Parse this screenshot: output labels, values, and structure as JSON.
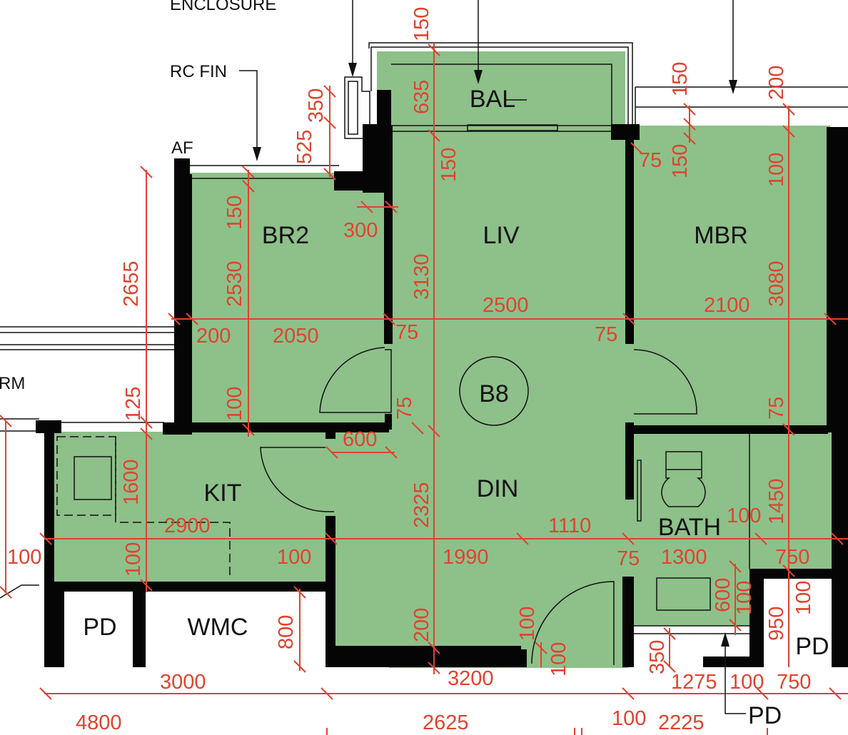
{
  "colors": {
    "floor": "#8ec08a",
    "wall": "#050505",
    "dimension": "#e0432f",
    "background": "#ffffff"
  },
  "unit": {
    "label": "B8"
  },
  "rooms": {
    "bal": "BAL",
    "br2": "BR2",
    "liv": "LIV",
    "mbr": "MBR",
    "kit": "KIT",
    "din": "DIN",
    "bath": "BATH",
    "pd_left": "PD",
    "wmc": "WMC",
    "pd_right": "PD"
  },
  "annotations": {
    "enclosure": "ENCLOSURE",
    "rc_fin": "RC FIN",
    "af": "AF",
    "rm": "RM",
    "pd_pointer": "PD"
  },
  "dimensions": {
    "d150_bal": "150",
    "d635": "635",
    "d150_liv": "150",
    "d3130": "3130",
    "d150_mbr_a": "150",
    "d150_mbr_b": "150",
    "d200_top": "200",
    "d100_mbr": "100",
    "d3080": "3080",
    "d75_mbr_top": "75",
    "d350_top": "350",
    "d525": "525",
    "d300": "300",
    "d150_br2": "150",
    "d2530": "2530",
    "d2655": "2655",
    "d200_br2": "200",
    "d2050": "2050",
    "d75_liv_l": "75",
    "d2500": "2500",
    "d75_liv_r": "75",
    "d2100": "2100",
    "d125": "125",
    "d100_br2": "100",
    "d75_mbr_low": "75",
    "d75_din": "75",
    "d600_din": "600",
    "d1600": "1600",
    "d2325": "2325",
    "d2900": "2900",
    "d1110": "1110",
    "d100_bath": "100",
    "d1450": "1450",
    "d100_kit_l": "100",
    "d100_kit_v": "100",
    "d100_kit_r": "100",
    "d1990": "1990",
    "d75_bath": "75",
    "d1300": "1300",
    "d750_top": "750",
    "d600_bath": "600",
    "d100_bath_v": "100",
    "d100_pd": "100",
    "d800": "800",
    "d200_din": "200",
    "d100_door_a": "100",
    "d100_door_b": "100",
    "d950": "950",
    "d350_bottom": "350",
    "d3000": "3000",
    "d3200": "3200",
    "d1275": "1275",
    "d100_bottom": "100",
    "d750_bottom": "750",
    "d4800": "4800",
    "d2625": "2625",
    "d100_bottom2": "100",
    "d2225": "2225"
  }
}
